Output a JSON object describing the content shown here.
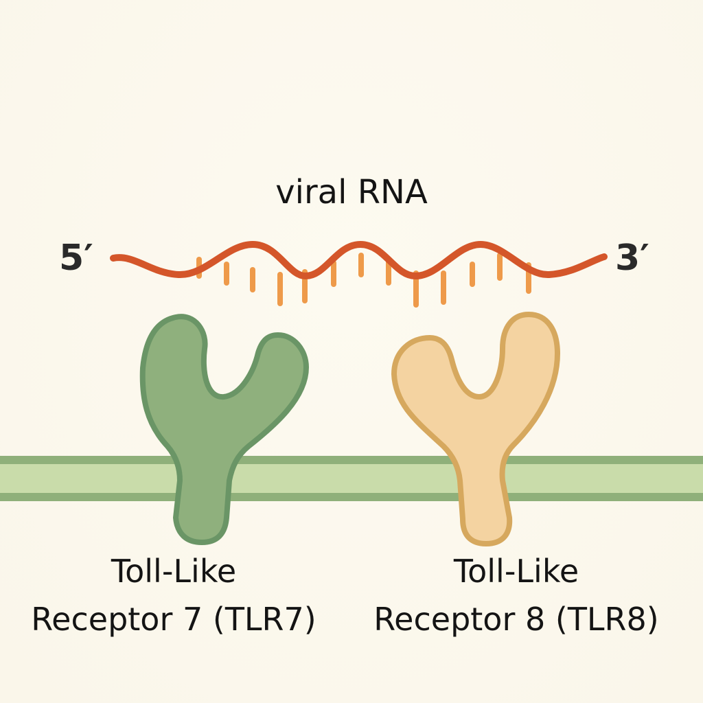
{
  "diagram": {
    "title": "viral RNA",
    "rna_end_5": "5′",
    "rna_end_3": "3′",
    "receptors": [
      {
        "line1": "Toll-Like",
        "line2": "Receptor 7 (TLR7)",
        "fill": "#8fb07d",
        "stroke": "#6a9566"
      },
      {
        "line1": "Toll-Like",
        "line2": "Receptor 8 (TLR8)",
        "fill": "#f4d3a1",
        "stroke": "#d6a85e"
      }
    ],
    "colors": {
      "rna_backbone": "#d4562a",
      "rna_bases": "#ee9a4a",
      "membrane_fill": "#c9dcaa",
      "membrane_stroke": "#8fb07a",
      "background": "#fbf8ee"
    }
  }
}
